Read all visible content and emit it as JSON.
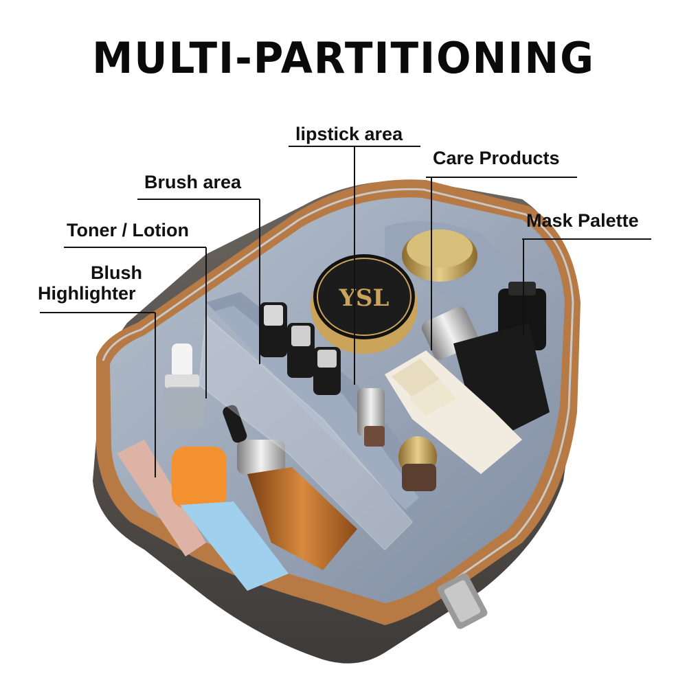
{
  "title": "MULTI-PARTITIONING",
  "labels": {
    "lipstick": "lipstick area",
    "care": "Care Products",
    "brush": "Brush area",
    "mask": "Mask Palette",
    "toner": "Toner / Lotion",
    "blush_line1": "Blush",
    "blush_line2": "Highlighter"
  },
  "brand_text": "YSL",
  "colors": {
    "bag_body": "#5c5753",
    "bag_trim": "#b77a45",
    "lining": "#9aa6b8",
    "lining_dark": "#7d8a9e",
    "leader_line": "#111111"
  }
}
